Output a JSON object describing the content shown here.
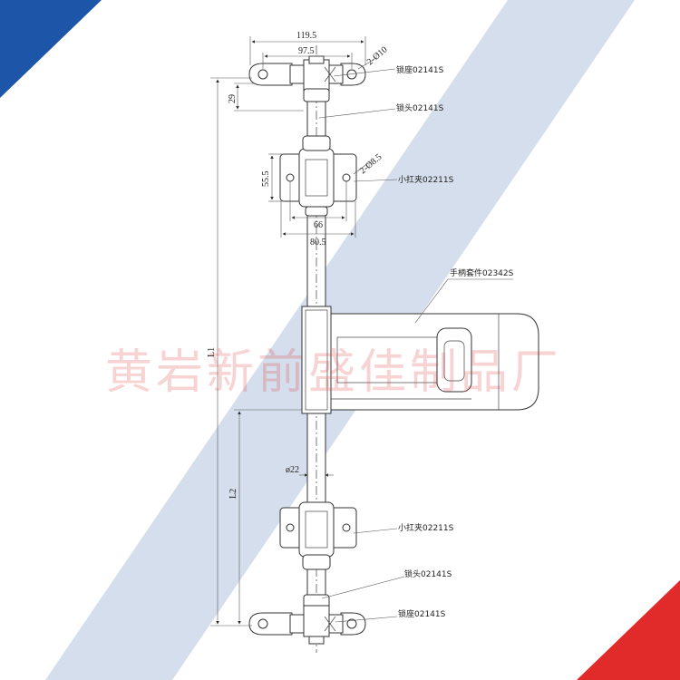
{
  "colors": {
    "corner_blue": "#1d56a8",
    "corner_red": "#e12b2b",
    "diagonal_band": "#d4deec",
    "watermark": "#e23a3a"
  },
  "watermark": "黄岩新前盛佳制品厂",
  "dimensions": {
    "width_total": "119.5",
    "width_inner": "97.5",
    "hole_top": "2-Ø10",
    "height_top": "29",
    "height_bracket": "55.5",
    "hole_bracket": "2-Ø8.5",
    "width_66": "66",
    "width_80": "80.5",
    "rod_dia": "ø22",
    "length_l1": "L1",
    "length_l2": "L2"
  },
  "labels": {
    "lock_seat_top": "锁座02141S",
    "lock_head_top": "锁头02141S",
    "small_clamp_top": "小扛夹02211S",
    "handle_kit": "手柄套件02342S",
    "small_clamp_bottom": "小扛夹02211S",
    "lock_head_bottom": "锁头02141S",
    "lock_seat_bottom": "锁座02141S"
  }
}
